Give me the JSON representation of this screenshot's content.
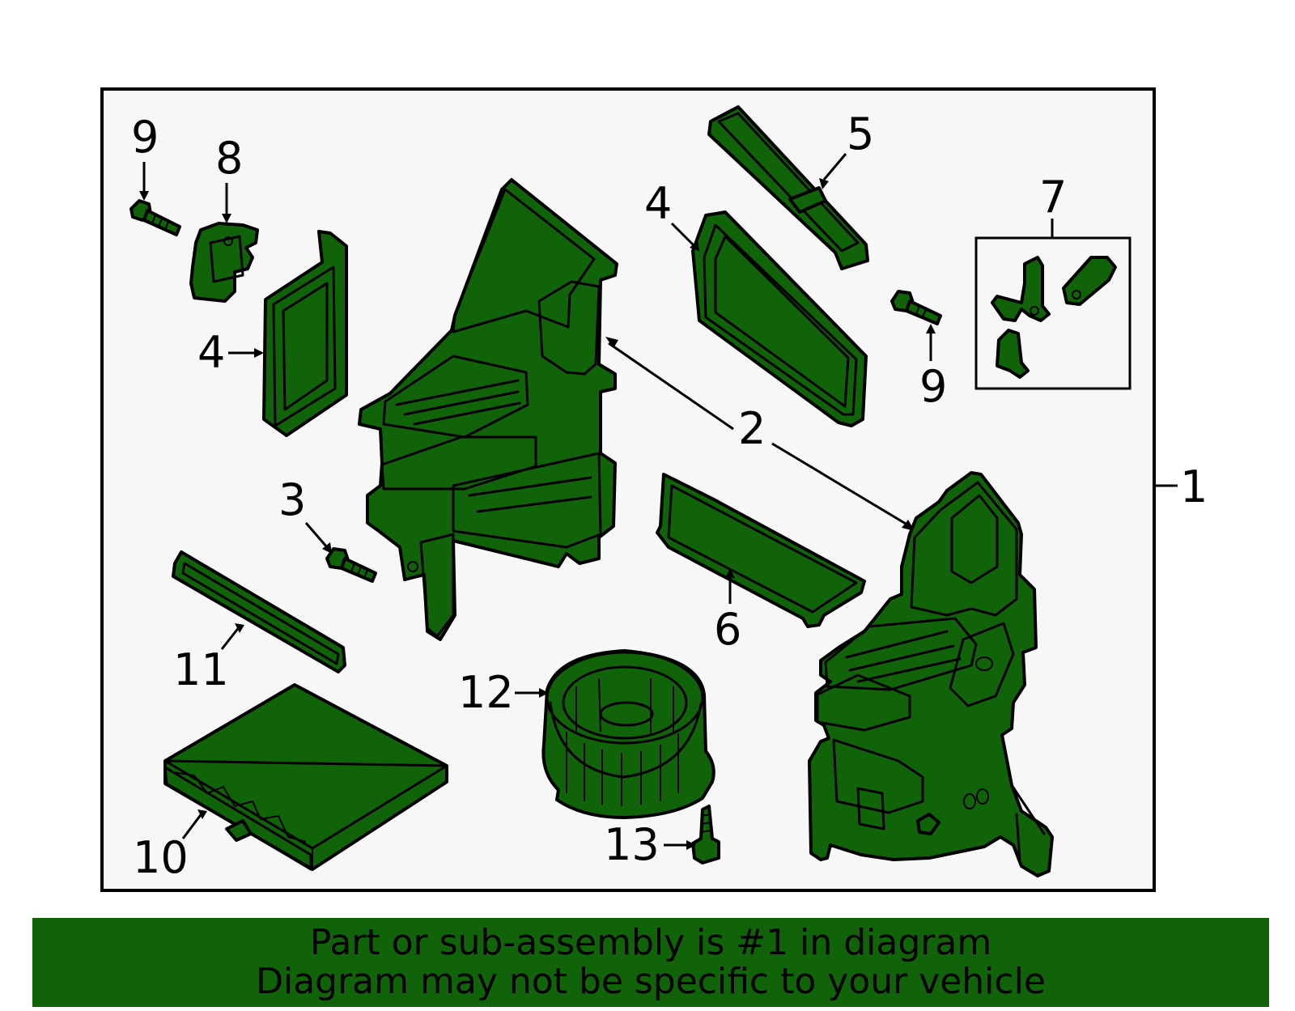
{
  "colors": {
    "part_fill": "#116309",
    "frame_bg": "#f7f7f7",
    "banner_bg": "#116309",
    "text": "#000000"
  },
  "callouts": {
    "c1": "1",
    "c2": "2",
    "c3": "3",
    "c4a": "4",
    "c4b": "4",
    "c5": "5",
    "c6": "6",
    "c7": "7",
    "c8": "8",
    "c9a": "9",
    "c9b": "9",
    "c10": "10",
    "c11": "11",
    "c12": "12",
    "c13": "13"
  },
  "banner": {
    "line1": "Part or sub-assembly is #1 in diagram",
    "line2": "Diagram may not be specific to your vehicle"
  }
}
